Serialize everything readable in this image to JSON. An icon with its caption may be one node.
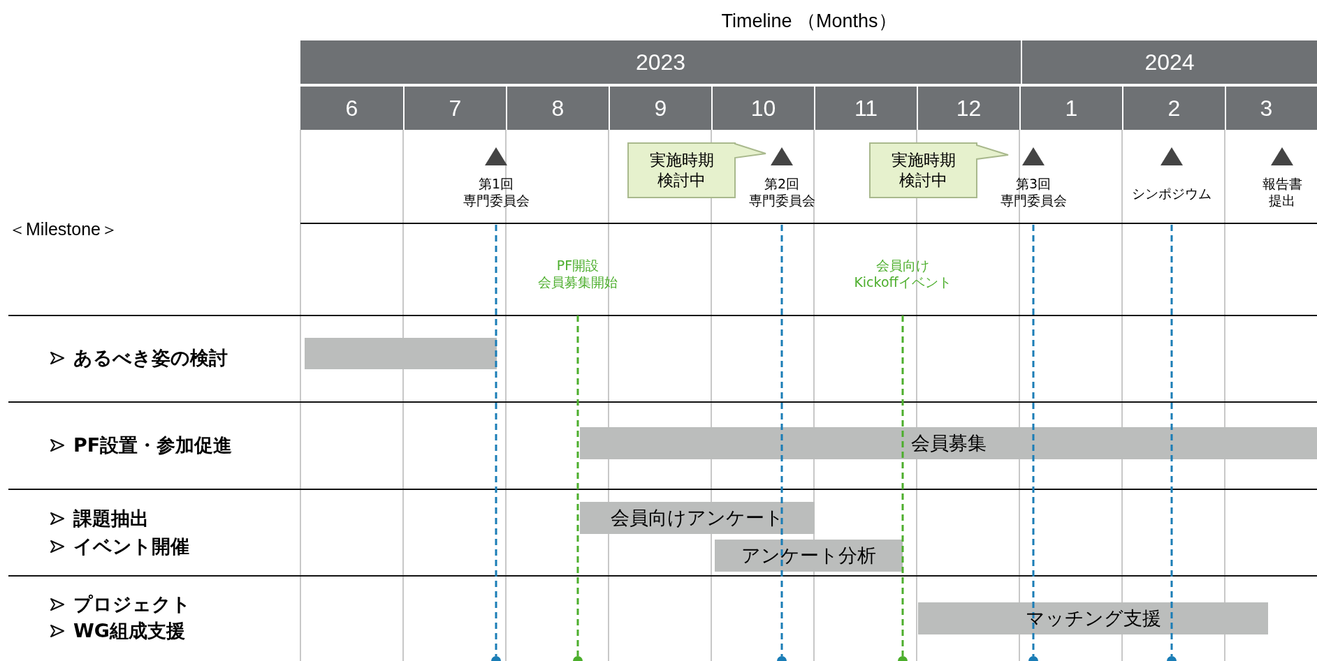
{
  "diagram": {
    "title": "Timeline （Months）",
    "nodes": [
      {
        "text": [
          "実施時期検討中"
        ]
      },
      {
        "text": [
          "実施時期検討中"
        ]
      },
      {
        "text": [],
        "shape": "bar"
      },
      {
        "text": [
          "会員募集"
        ]
      },
      {
        "text": [
          "会員向けアンケート"
        ]
      },
      {
        "text": [
          "アンケート分析"
        ]
      },
      {
        "text": [
          "マッチング支援"
        ]
      }
    ],
    "labels": [
      "2023",
      "2024",
      "6",
      "7",
      "8",
      "9",
      "10",
      "11",
      "12",
      "1",
      "2",
      "3",
      "第1回専門委員会",
      "第2回専門委員会",
      "第3回専門委員会",
      "シンポジウム",
      "報告書提出",
      "＜Milestone＞",
      "PF開設会員募集開始",
      "会員向けKickoffイベント",
      "あるべき姿の検討",
      "PF設置・参加促進",
      "課題抽出",
      "イベント開催",
      "プロジェクト",
      "WG組成支援"
    ]
  }
}
